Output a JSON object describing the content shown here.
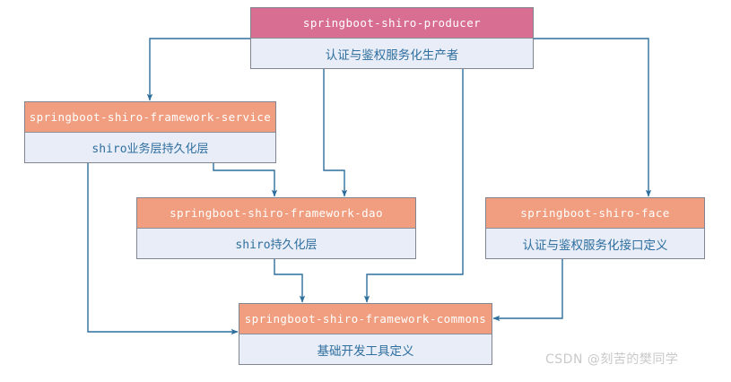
{
  "diagram": {
    "type": "architecture-module-dependency",
    "background": "#ffffff",
    "colors": {
      "producer_header": "#d96e93",
      "module_header": "#f09e7f",
      "body": "#e8edf7",
      "body_text": "#2f6f9f",
      "border": "#808591",
      "connector": "#2e6f9e",
      "watermark": "#c9c9c9"
    },
    "nodes": [
      {
        "id": "producer",
        "title": "springboot-shiro-producer",
        "subtitle": "认证与鉴权服务化生产者",
        "header_color": "#d96e93"
      },
      {
        "id": "framework-service",
        "title": "springboot-shiro-framework-service",
        "subtitle": "shiro业务层持久化层",
        "header_color": "#f09e7f"
      },
      {
        "id": "framework-dao",
        "title": "springboot-shiro-framework-dao",
        "subtitle": "shiro持久化层",
        "header_color": "#f09e7f"
      },
      {
        "id": "face",
        "title": "springboot-shiro-face",
        "subtitle": "认证与鉴权服务化接口定义",
        "header_color": "#f09e7f"
      },
      {
        "id": "framework-commons",
        "title": "springboot-shiro-framework-commons",
        "subtitle": "基础开发工具定义",
        "header_color": "#f09e7f"
      }
    ],
    "edges": [
      {
        "from": "producer",
        "to": "framework-service"
      },
      {
        "from": "producer",
        "to": "framework-dao"
      },
      {
        "from": "producer",
        "to": "framework-commons"
      },
      {
        "from": "producer",
        "to": "face"
      },
      {
        "from": "framework-service",
        "to": "framework-dao"
      },
      {
        "from": "framework-service",
        "to": "framework-commons"
      },
      {
        "from": "framework-dao",
        "to": "framework-commons"
      },
      {
        "from": "face",
        "to": "framework-commons"
      }
    ]
  },
  "watermark": {
    "text": "CSDN @刻苦的樊同学"
  }
}
